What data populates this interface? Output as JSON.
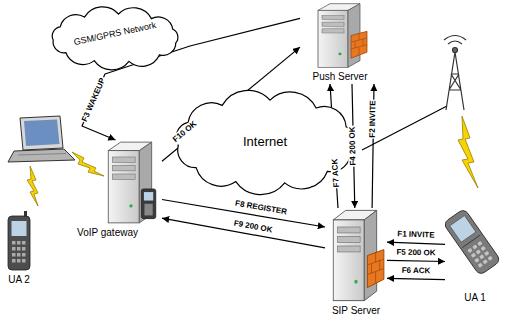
{
  "diagram": {
    "nodes": [
      {
        "text": [
          "GSM/GPRS Network"
        ]
      },
      {
        "text": [
          "Push Server"
        ]
      },
      {
        "text": [
          "Internet"
        ]
      },
      {
        "text": [
          "VoIP gateway"
        ]
      },
      {
        "text": [
          "UA 2"
        ]
      },
      {
        "text": [
          "SIP Server"
        ]
      },
      {
        "text": [
          "UA 1"
        ]
      }
    ],
    "edges": [
      {
        "from": 6,
        "to": 5,
        "label": "F1 INVITE",
        "arrow": "to"
      },
      {
        "from": 5,
        "to": 1,
        "label": "F2 INVITE",
        "arrow": "to"
      },
      {
        "from": 1,
        "to": 3,
        "label": "F3 WAKEUP",
        "arrow": "to"
      },
      {
        "from": 1,
        "to": 5,
        "label": "F4 200 OK",
        "arrow": "to"
      },
      {
        "from": 5,
        "to": 6,
        "label": "F5 200 OK",
        "arrow": "to"
      },
      {
        "from": 6,
        "to": 5,
        "label": "F6 ACK",
        "arrow": "to"
      },
      {
        "from": 5,
        "to": 1,
        "label": "F7 ACK",
        "arrow": "to"
      },
      {
        "from": 3,
        "to": 5,
        "label": "F8 REGISTER",
        "arrow": "to"
      },
      {
        "from": 5,
        "to": 3,
        "label": "F9 200 OK",
        "arrow": "to"
      },
      {
        "from": 3,
        "to": 1,
        "label": "F10 OK",
        "arrow": "to"
      }
    ]
  }
}
